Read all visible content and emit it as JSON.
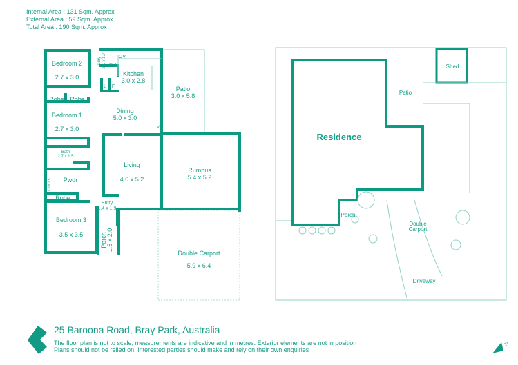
{
  "header": {
    "internal_area": "Internal Area : 131 Sqm. Approx",
    "external_area": "External Area : 59 Sqm. Approx",
    "total_area": "Total Area : 190 Sqm. Approx"
  },
  "floor_plan": {
    "rooms": [
      {
        "name": "Bedroom 2",
        "size": "2.7 x 3.0"
      },
      {
        "name": "Bedroom 1",
        "size": "2.7 x 3.0"
      },
      {
        "name": "Kitchen",
        "size": "3.0 x 2.8"
      },
      {
        "name": "Dining",
        "size": "5.0 x 3.0"
      },
      {
        "name": "Patio",
        "size": "3.0 x 5.8"
      },
      {
        "name": "Living",
        "size": "4.0 x 5.2"
      },
      {
        "name": "Rumpus",
        "size": "5.4 x 5.2"
      },
      {
        "name": "Bath",
        "size": "2.7 x 1.5"
      },
      {
        "name": "Pwdr",
        "size": "1.0 x 1.5"
      },
      {
        "name": "Entry",
        "size": "1.4 x 1.9"
      },
      {
        "name": "Bedroom 3",
        "size": "3.5 x 3.5"
      },
      {
        "name": "Porch",
        "size": "1.5 x 2.0"
      },
      {
        "name": "Double Carport",
        "size": "5.9 x 6.4"
      },
      {
        "name": "Ldry",
        "size": "2.0 x 1.7"
      }
    ],
    "labels": {
      "robe": "Robe",
      "ov": "OV",
      "wm": "WM",
      "l": "L",
      "f": "F",
      "v": "V"
    }
  },
  "site_plan": {
    "residence": "Residence",
    "shed": "Shed",
    "patio": "Patio",
    "porch": "Porch",
    "carport_line1": "Double",
    "carport_line2": "Carport",
    "driveway": "Driveway"
  },
  "footer": {
    "address": "25 Baroona Road, Bray Park, Australia",
    "disclaimer_1": "The floor plan is not to scale; measurements are indicative and in metres. Exterior elements are not in position",
    "disclaimer_2": "Plans should not be relied on. Interested parties should make and rely on their own enquiries",
    "compass": "N"
  },
  "colors": {
    "accent": "#0b9a82"
  }
}
